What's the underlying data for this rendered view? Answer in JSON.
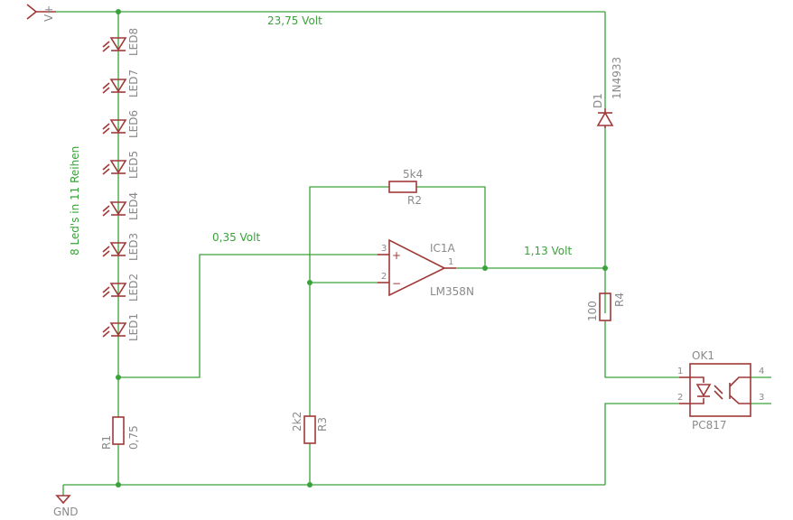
{
  "supply": {
    "label": "V+",
    "voltage": "23,75 Volt"
  },
  "ground": {
    "label": "GND"
  },
  "led_string": {
    "note": "8 Led's in 11 Reihen",
    "leds": [
      "LED8",
      "LED7",
      "LED6",
      "LED5",
      "LED4",
      "LED3",
      "LED2",
      "LED1"
    ]
  },
  "r1": {
    "name": "R1",
    "value": "0,75"
  },
  "r2": {
    "name": "R2",
    "value": "5k4"
  },
  "r3": {
    "name": "R3",
    "value": "2k2"
  },
  "r4": {
    "name": "R4",
    "value": "100"
  },
  "d1": {
    "name": "D1",
    "value": "1N4933"
  },
  "opamp": {
    "name": "IC1A",
    "part": "LM358N",
    "pin_in_plus": "3",
    "pin_in_minus": "2",
    "pin_out": "1",
    "plus_sign": "+",
    "minus_sign": "−"
  },
  "optocoupler": {
    "name": "OK1",
    "part": "PC817",
    "pins": [
      "1",
      "2",
      "3",
      "4"
    ]
  },
  "voltages": {
    "sense": "0,35 Volt",
    "output": "1,13 Volt"
  },
  "colors": {
    "wire": "#3aa23a",
    "component": "#a03838",
    "label": "#8a8a8a"
  }
}
